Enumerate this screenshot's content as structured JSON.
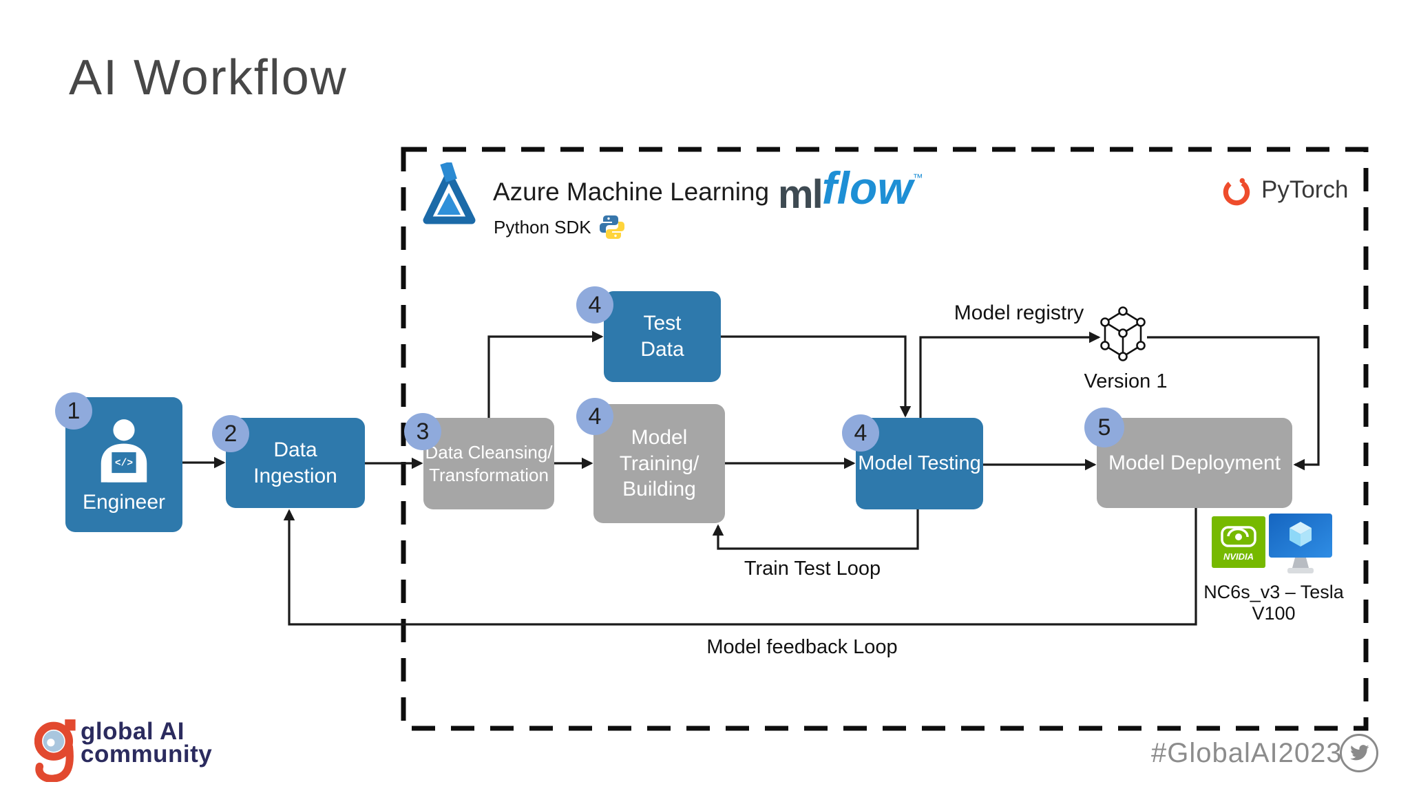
{
  "title": "AI Workflow",
  "colors": {
    "box-blue": "#2E79AC",
    "box-gray": "#A6A6A6",
    "badge-blue": "#8FAADC",
    "title-gray": "#474747",
    "mlflow-blue": "#1E8FD5",
    "mlflow-dark": "#3E4A52",
    "pytorch-orange": "#EE4C2C",
    "nvidia-green": "#76B900",
    "brand-orange": "#E2492F",
    "brand-navy": "#2B2B5E",
    "hashtag-gray": "#8C8C8C"
  },
  "header": {
    "azure_ml_label": "Azure Machine Learning",
    "python_sdk_label": "Python SDK",
    "mlflow_ml": "ml",
    "mlflow_flow": "flow",
    "mlflow_tm": "™",
    "pytorch_label": "PyTorch"
  },
  "nodes": {
    "engineer": {
      "badge": "1",
      "label": "Engineer"
    },
    "data_ingestion": {
      "badge": "2",
      "line1": "Data",
      "line2": "Ingestion"
    },
    "data_cleansing": {
      "badge": "3",
      "line1": "Data Cleansing/",
      "line2": "Transformation"
    },
    "test_data": {
      "badge": "4",
      "line1": "Test",
      "line2": "Data"
    },
    "model_training": {
      "badge": "4",
      "line1": "Model",
      "line2": "Training/",
      "line3": "Building"
    },
    "model_testing": {
      "badge": "4",
      "label": "Model Testing"
    },
    "model_deployment": {
      "badge": "5",
      "label": "Model Deployment"
    }
  },
  "labels": {
    "model_registry": "Model registry",
    "version": "Version 1",
    "train_test_loop": "Train Test Loop",
    "feedback_loop": "Model feedback Loop",
    "vm_sku": "NC6s_v3 – Tesla V100"
  },
  "icons": {
    "code_glyph": "</>",
    "nvidia_label": "NVIDIA"
  },
  "footer": {
    "brand_line1": "global AI",
    "brand_line2": "community",
    "hashtag": "#GlobalAI2023"
  }
}
